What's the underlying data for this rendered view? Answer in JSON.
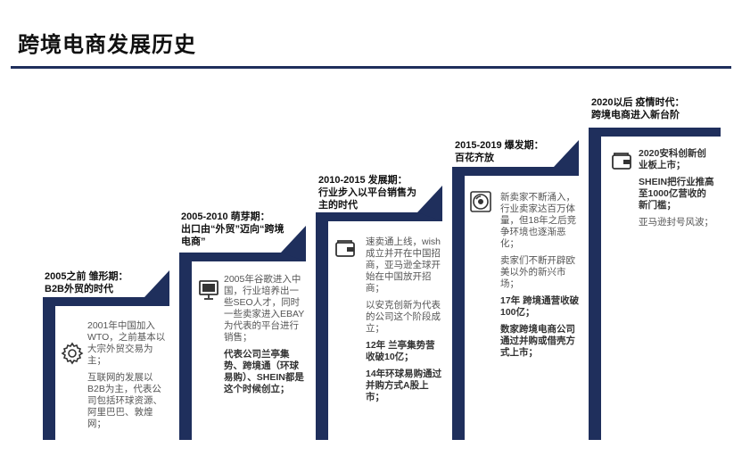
{
  "title": "跨境电商发展历史",
  "phases": [
    {
      "head1": "2005之前 雏形期：",
      "head2": "B2B外贸的时代",
      "icon": "gear-icon",
      "paras": [
        {
          "text": "2001年中国加入WTO，之前基本以大宗外贸交易为主；",
          "bold": false
        },
        {
          "text": "互联网的发展以B2B为主，代表公司包括环球资源、阿里巴巴、敦煌网；",
          "bold": false
        }
      ]
    },
    {
      "head1": "2005-2010 萌芽期：",
      "head2": "出口由“外贸”迈向“跨境电商”",
      "icon": "monitor-icon",
      "paras": [
        {
          "text": "2005年谷歌进入中国，行业培养出一些SEO人才，同时一些卖家进入EBAY为代表的平台进行销售；",
          "bold": false
        },
        {
          "text": "代表公司兰亭集势、跨境通（环球易购）、SHEIN都是这个时候创立；",
          "bold": true
        }
      ]
    },
    {
      "head1": "2010-2015 发展期：",
      "head2": "行业步入以平台销售为主的时代",
      "icon": "wallet-icon",
      "paras": [
        {
          "text": "速卖通上线，wish成立并开在中国招商，亚马逊全球开始在中国放开招商；",
          "bold": false
        },
        {
          "text": "以安克创新为代表的公司这个阶段成立；",
          "bold": false
        },
        {
          "text": "12年 兰亭集势营收破10亿；",
          "bold": true
        },
        {
          "text": "14年环球易购通过并购方式A股上市；",
          "bold": true
        }
      ]
    },
    {
      "head1": "2015-2019 爆发期：",
      "head2": "百花齐放",
      "icon": "disc-icon",
      "paras": [
        {
          "text": "新卖家不断涌入，行业卖家达百万体量，但18年之后竞争环境也逐渐恶化；",
          "bold": false
        },
        {
          "text": "卖家们不断开辟欧美以外的新兴市场；",
          "bold": false
        },
        {
          "text": "17年 跨境通营收破100亿；",
          "bold": true
        },
        {
          "text": "数家跨境电商公司通过并购或借壳方式上市；",
          "bold": true
        }
      ]
    },
    {
      "head1": "2020以后 疫情时代：",
      "head2": "跨境电商进入新台阶",
      "icon": "wallet-icon",
      "paras": [
        {
          "text": "2020安科创新创业板上市；",
          "bold": true
        },
        {
          "text": "SHEIN把行业推高至1000亿营收的新门槛；",
          "bold": true
        },
        {
          "text": "亚马逊封号风波；",
          "bold": false
        }
      ]
    }
  ],
  "colors": {
    "navy": "#1f2f5c",
    "text": "#555555"
  }
}
